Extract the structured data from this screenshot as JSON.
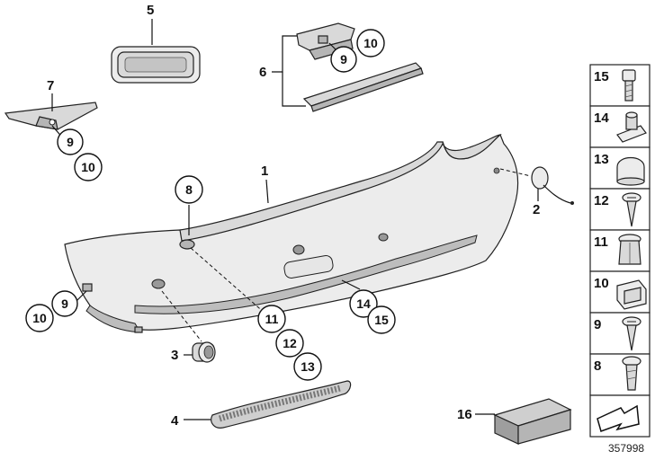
{
  "diagram": {
    "reference_number": "357998",
    "callouts": [
      {
        "id": "c1",
        "label": "1"
      },
      {
        "id": "c2",
        "label": "2"
      },
      {
        "id": "c3",
        "label": "3"
      },
      {
        "id": "c4",
        "label": "4"
      },
      {
        "id": "c5",
        "label": "5"
      },
      {
        "id": "c6",
        "label": "6"
      },
      {
        "id": "c7",
        "label": "7"
      },
      {
        "id": "c16",
        "label": "16"
      }
    ],
    "circled_callouts": [
      {
        "id": "k8",
        "label": "8"
      },
      {
        "id": "k9a",
        "label": "9"
      },
      {
        "id": "k10a",
        "label": "10"
      },
      {
        "id": "k9b",
        "label": "9"
      },
      {
        "id": "k10b",
        "label": "10"
      },
      {
        "id": "k9c",
        "label": "9"
      },
      {
        "id": "k10c",
        "label": "10"
      },
      {
        "id": "k11",
        "label": "11"
      },
      {
        "id": "k12",
        "label": "12"
      },
      {
        "id": "k13",
        "label": "13"
      },
      {
        "id": "k14",
        "label": "14"
      },
      {
        "id": "k15",
        "label": "15"
      }
    ],
    "legend_cells": [
      {
        "label": "15",
        "icon": "bolt-icon"
      },
      {
        "label": "14",
        "icon": "clip-nut-icon"
      },
      {
        "label": "13",
        "icon": "cap-icon"
      },
      {
        "label": "12",
        "icon": "screw-icon"
      },
      {
        "label": "11",
        "icon": "expansion-nut-icon"
      },
      {
        "label": "10",
        "icon": "clip-icon"
      },
      {
        "label": "9",
        "icon": "screw-icon"
      },
      {
        "label": "8",
        "icon": "rivet-icon"
      },
      {
        "label": "",
        "icon": "arrow-icon"
      }
    ]
  }
}
